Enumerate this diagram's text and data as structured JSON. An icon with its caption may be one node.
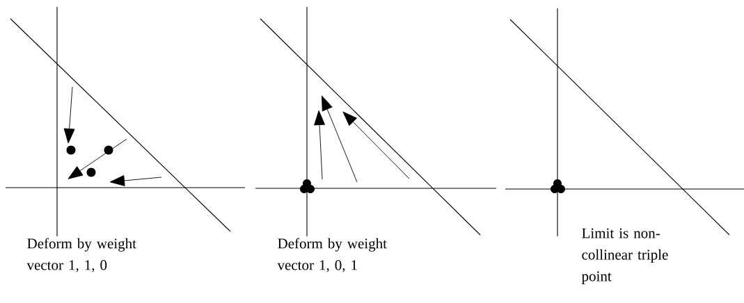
{
  "diagram": {
    "labels": [
      "Deform by weight vector 1, 1, 0",
      "Deform by weight vector 1, 0, 1",
      "Limit is non-collinear triple point"
    ]
  }
}
